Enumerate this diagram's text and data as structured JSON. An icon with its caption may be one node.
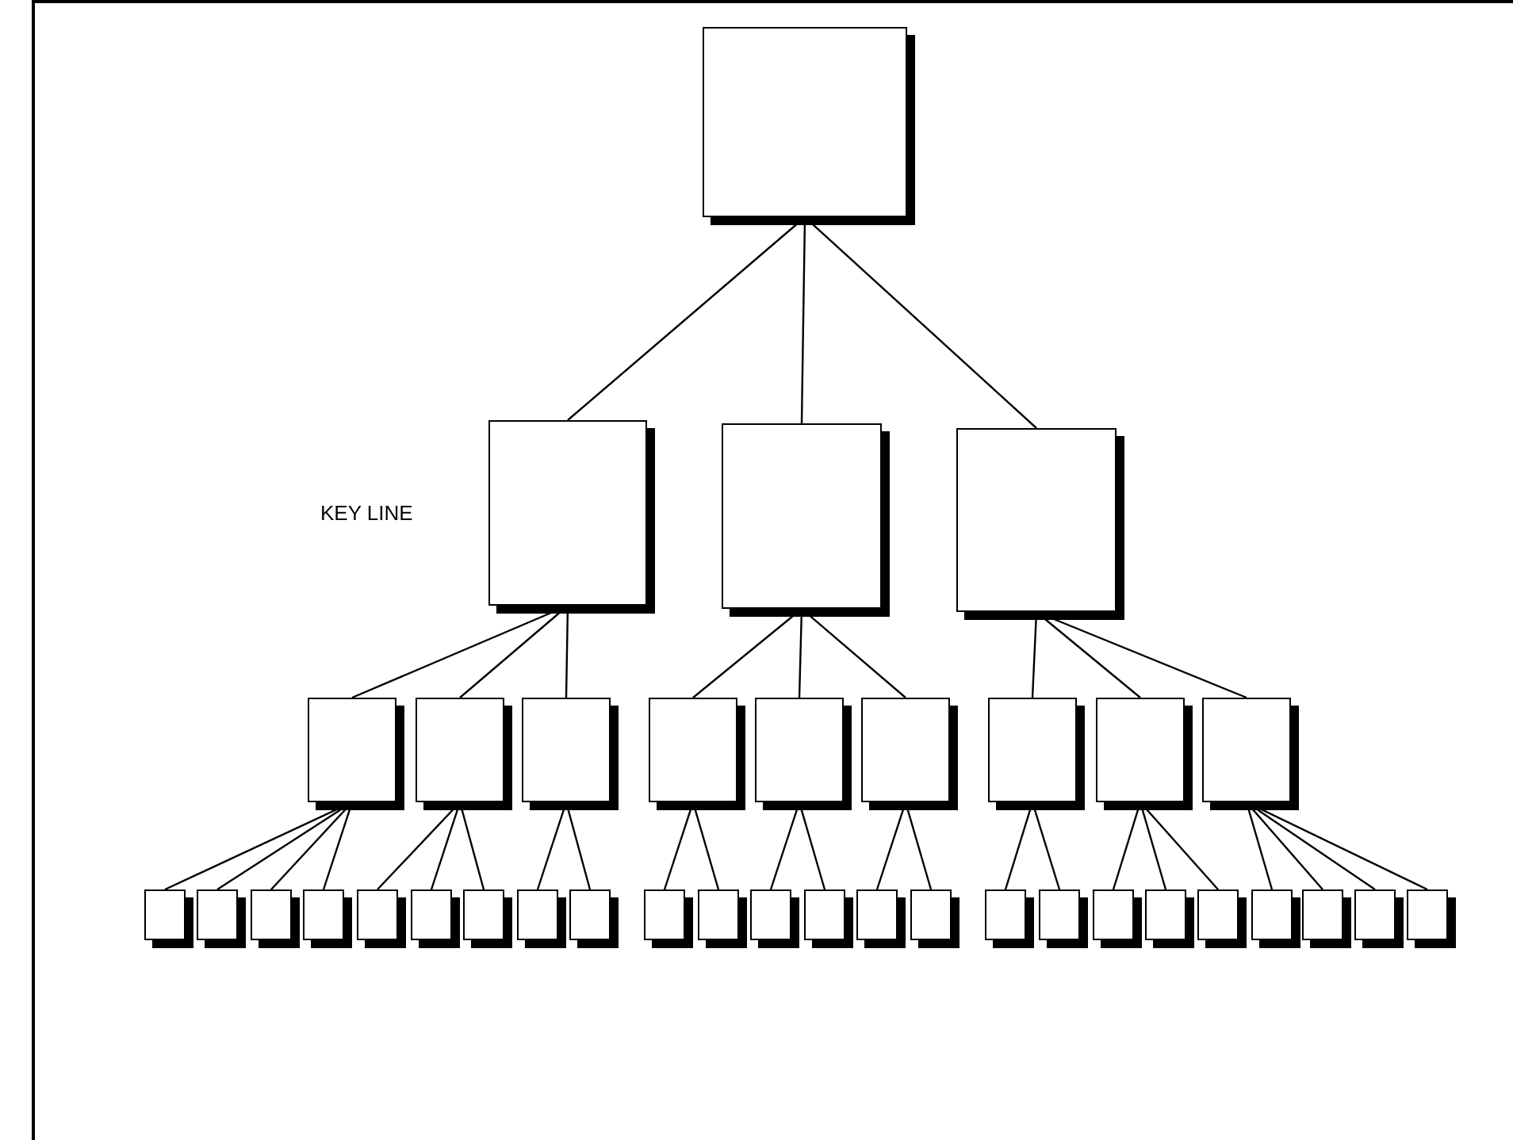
{
  "diagram": {
    "nodes": [
      {
        "text": [],
        "shape": "box"
      },
      {
        "text": [],
        "shape": "box"
      },
      {
        "text": [],
        "shape": "box"
      },
      {
        "text": [],
        "shape": "box"
      },
      {
        "text": [],
        "shape": "box"
      },
      {
        "text": [],
        "shape": "box"
      },
      {
        "text": [],
        "shape": "box"
      },
      {
        "text": [],
        "shape": "box"
      },
      {
        "text": [],
        "shape": "box"
      },
      {
        "text": [],
        "shape": "box"
      },
      {
        "text": [],
        "shape": "box"
      },
      {
        "text": [],
        "shape": "box"
      },
      {
        "text": [],
        "shape": "box"
      },
      {
        "text": [],
        "shape": "box"
      },
      {
        "text": [],
        "shape": "box"
      },
      {
        "text": [],
        "shape": "box"
      },
      {
        "text": [],
        "shape": "box"
      },
      {
        "text": [],
        "shape": "box"
      },
      {
        "text": [],
        "shape": "box"
      },
      {
        "text": [],
        "shape": "box"
      },
      {
        "text": [],
        "shape": "box"
      },
      {
        "text": [],
        "shape": "box"
      },
      {
        "text": [],
        "shape": "box"
      },
      {
        "text": [],
        "shape": "box"
      },
      {
        "text": [],
        "shape": "box"
      },
      {
        "text": [],
        "shape": "box"
      },
      {
        "text": [],
        "shape": "box"
      },
      {
        "text": [],
        "shape": "box"
      },
      {
        "text": [],
        "shape": "box"
      },
      {
        "text": [],
        "shape": "box"
      },
      {
        "text": [],
        "shape": "box"
      },
      {
        "text": [],
        "shape": "box"
      },
      {
        "text": [],
        "shape": "box"
      },
      {
        "text": [],
        "shape": "box"
      },
      {
        "text": [],
        "shape": "box"
      },
      {
        "text": [],
        "shape": "box"
      },
      {
        "text": [],
        "shape": "box"
      }
    ],
    "edges": [
      {
        "from": 0,
        "to": 1,
        "arrow": "none"
      },
      {
        "from": 0,
        "to": 2,
        "arrow": "none"
      },
      {
        "from": 0,
        "to": 3,
        "arrow": "none"
      },
      {
        "from": 1,
        "to": 4,
        "arrow": "none"
      },
      {
        "from": 1,
        "to": 5,
        "arrow": "none"
      },
      {
        "from": 1,
        "to": 6,
        "arrow": "none"
      },
      {
        "from": 2,
        "to": 7,
        "arrow": "none"
      },
      {
        "from": 2,
        "to": 8,
        "arrow": "none"
      },
      {
        "from": 2,
        "to": 9,
        "arrow": "none"
      },
      {
        "from": 3,
        "to": 10,
        "arrow": "none"
      },
      {
        "from": 3,
        "to": 11,
        "arrow": "none"
      },
      {
        "from": 3,
        "to": 12,
        "arrow": "none"
      },
      {
        "from": 4,
        "to": 13,
        "arrow": "none"
      },
      {
        "from": 4,
        "to": 14,
        "arrow": "none"
      },
      {
        "from": 4,
        "to": 15,
        "arrow": "none"
      },
      {
        "from": 4,
        "to": 16,
        "arrow": "none"
      },
      {
        "from": 5,
        "to": 17,
        "arrow": "none"
      },
      {
        "from": 5,
        "to": 18,
        "arrow": "none"
      },
      {
        "from": 5,
        "to": 19,
        "arrow": "none"
      },
      {
        "from": 6,
        "to": 20,
        "arrow": "none"
      },
      {
        "from": 6,
        "to": 21,
        "arrow": "none"
      },
      {
        "from": 7,
        "to": 22,
        "arrow": "none"
      },
      {
        "from": 7,
        "to": 23,
        "arrow": "none"
      },
      {
        "from": 8,
        "to": 24,
        "arrow": "none"
      },
      {
        "from": 8,
        "to": 25,
        "arrow": "none"
      },
      {
        "from": 9,
        "to": 26,
        "arrow": "none"
      },
      {
        "from": 9,
        "to": 27,
        "arrow": "none"
      },
      {
        "from": 10,
        "to": 28,
        "arrow": "none"
      },
      {
        "from": 10,
        "to": 29,
        "arrow": "none"
      },
      {
        "from": 11,
        "to": 30,
        "arrow": "none"
      },
      {
        "from": 11,
        "to": 31,
        "arrow": "none"
      },
      {
        "from": 11,
        "to": 32,
        "arrow": "none"
      },
      {
        "from": 12,
        "to": 33,
        "arrow": "none"
      },
      {
        "from": 12,
        "to": 34,
        "arrow": "none"
      },
      {
        "from": 12,
        "to": 35,
        "arrow": "none"
      },
      {
        "from": 12,
        "to": 36,
        "arrow": "none"
      }
    ],
    "labels": [
      "KEY LINE"
    ]
  }
}
